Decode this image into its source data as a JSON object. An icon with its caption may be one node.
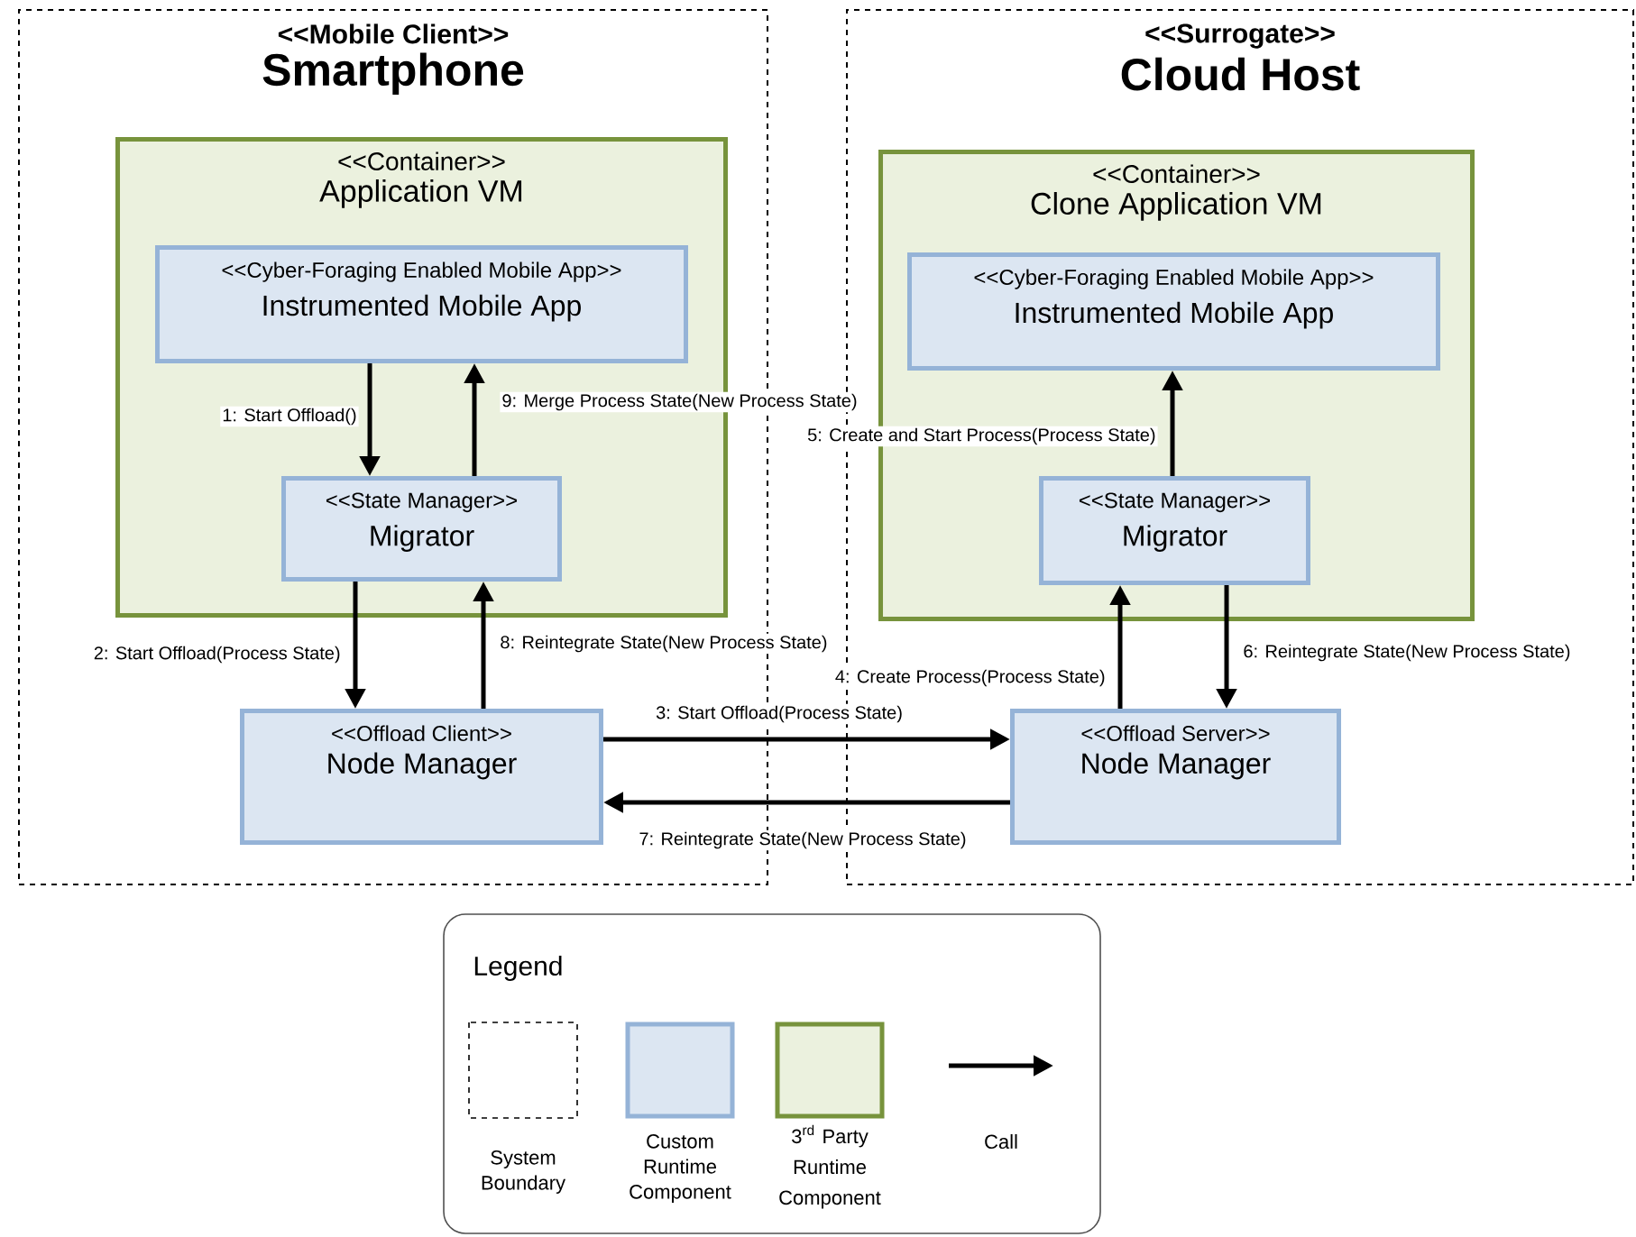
{
  "diagram": {
    "nodes": [
      {
        "text": [
          "<<Mobile Client>>",
          "Smartphone"
        ]
      },
      {
        "text": [
          "<<Container>>",
          "Application VM"
        ],
        "in": 0
      },
      {
        "text": [
          "<<Cyber-Foraging Enabled Mobile App>>",
          "Instrumented Mobile App"
        ],
        "in": 1
      },
      {
        "text": [
          "<<State Manager>>",
          "Migrator"
        ],
        "in": 1
      },
      {
        "text": [
          "<<Offload Client>>",
          "Node Manager"
        ],
        "in": 0
      },
      {
        "text": [
          "<<Surrogate>>",
          "Cloud Host"
        ]
      },
      {
        "text": [
          "<<Container>>",
          "Clone Application VM"
        ],
        "in": 5
      },
      {
        "text": [
          "<<Cyber-Foraging Enabled Mobile App>>",
          "Instrumented Mobile App"
        ],
        "in": 6
      },
      {
        "text": [
          "<<State Manager>>",
          "Migrator"
        ],
        "in": 6
      },
      {
        "text": [
          "<<Offload Server>>",
          "Node Manager"
        ],
        "in": 5
      }
    ],
    "edges": [
      {
        "from": 2,
        "to": 3,
        "arrow": "to",
        "label": "1: Start Offload()"
      },
      {
        "from": 3,
        "to": 4,
        "arrow": "to",
        "label": "2: Start Offload(Process State)"
      },
      {
        "from": 4,
        "to": 9,
        "arrow": "to",
        "label": "3: Start Offload(Process State)"
      },
      {
        "from": 9,
        "to": 8,
        "arrow": "to",
        "label": "4: Create Process(Process State)"
      },
      {
        "from": 8,
        "to": 7,
        "arrow": "to",
        "label": "5: Create and Start Process(Process State)"
      },
      {
        "from": 8,
        "to": 9,
        "arrow": "to",
        "label": "6: Reintegrate State(New Process State)"
      },
      {
        "from": 9,
        "to": 4,
        "arrow": "to",
        "label": "7: Reintegrate State(New Process State)"
      },
      {
        "from": 4,
        "to": 3,
        "arrow": "to",
        "label": "8: Reintegrate State(New Process State)"
      },
      {
        "from": 3,
        "to": 2,
        "arrow": "to",
        "label": "9: Merge Process State(New Process State)"
      }
    ],
    "labels": [
      "Legend"
    ],
    "legend": [
      {
        "text": "System Boundary"
      },
      {
        "text": "Custom Runtime Component",
        "color": "#dce6f2"
      },
      {
        "text": "\\begin{gathered}\\text{3}^{\\text{rd}}\\text{ Party}\\\\ \\text{Runtime}\\\\ \\text{Component}\\end{gathered}",
        "color": "#ebf1de"
      },
      {
        "text": "Call"
      }
    ]
  }
}
